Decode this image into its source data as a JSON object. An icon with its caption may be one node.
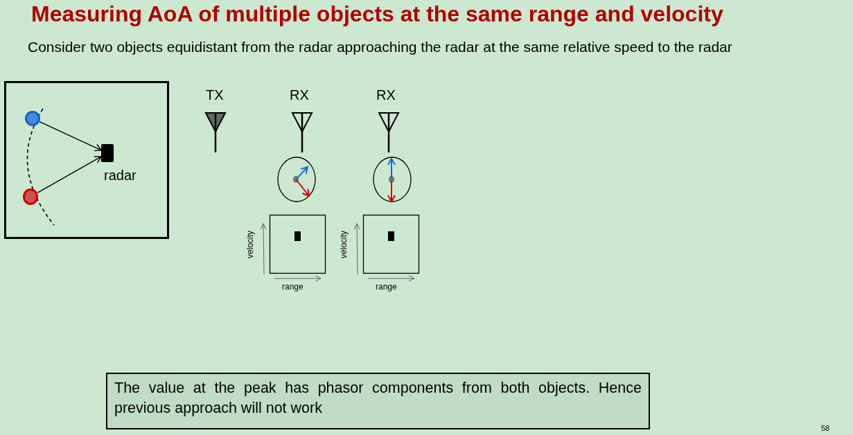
{
  "diagram": {
    "title": "Measuring  AoA of multiple objects at the same range and velocity",
    "nodes": [
      {
        "text": [],
        "shape": "circle"
      },
      {
        "text": [],
        "shape": "circle"
      },
      {
        "text": [],
        "shape": "box",
        "beside": [
          "radar"
        ]
      },
      {
        "text": [
          "The value at the peak has  phasor components  from both objects. Hence previous approach will not work"
        ]
      }
    ],
    "edges": [
      {
        "from": 0,
        "to": 2,
        "arrow": "to"
      },
      {
        "from": 1,
        "to": 2,
        "arrow": "to"
      }
    ],
    "labels": [
      "Consider two objects equidistant from the radar approaching the radar at the same relative speed to the radar",
      "TX",
      "RX",
      "RX",
      "velocity",
      "velocity",
      "range",
      "range",
      "58"
    ]
  }
}
